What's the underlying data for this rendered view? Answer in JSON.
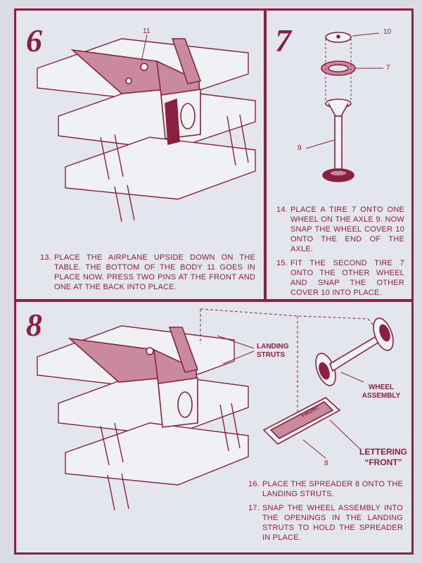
{
  "steps": [
    {
      "number": "6",
      "instructions": [
        {
          "num": "13.",
          "text": "PLACE THE AIRPLANE UPSIDE DOWN ON THE TABLE. THE BOTTOM OF THE BODY 11 GOES IN PLACE NOW. PRESS TWO PINS AT THE FRONT AND ONE AT THE BACK INTO PLACE."
        }
      ],
      "parts": [
        "11"
      ]
    },
    {
      "number": "7",
      "instructions": [
        {
          "num": "14.",
          "text": "PLACE A TIRE 7 ONTO ONE WHEEL ON THE AXLE 9. NOW SNAP THE WHEEL COVER 10 ONTO THE END OF THE AXLE."
        },
        {
          "num": "15.",
          "text": "FIT THE SECOND TIRE 7 ONTO THE OTHER WHEEL AND SNAP THE OTHER COVER 10 INTO PLACE."
        }
      ],
      "parts": [
        "10",
        "7",
        "9"
      ]
    },
    {
      "number": "8",
      "instructions": [
        {
          "num": "16.",
          "text": "PLACE THE SPREADER 8 ONTO THE LANDING STRUTS."
        },
        {
          "num": "17.",
          "text": "SNAP THE WHEEL ASSEMBLY INTO THE OPENINGS IN THE LANDING STRUTS TO HOLD THE SPREADER IN PLACE."
        }
      ],
      "callouts": {
        "landing_struts": "LANDING STRUTS",
        "wheel_assembly": "WHEEL ASSEMBLY",
        "lettering": "LETTERING",
        "front_quoted": "“FRONT”",
        "front_embossed": "FRONT"
      },
      "parts": [
        "8"
      ]
    }
  ],
  "colors": {
    "ink": "#8b2140",
    "tint": "#c98a9e",
    "paper": "#e3e6ed"
  }
}
